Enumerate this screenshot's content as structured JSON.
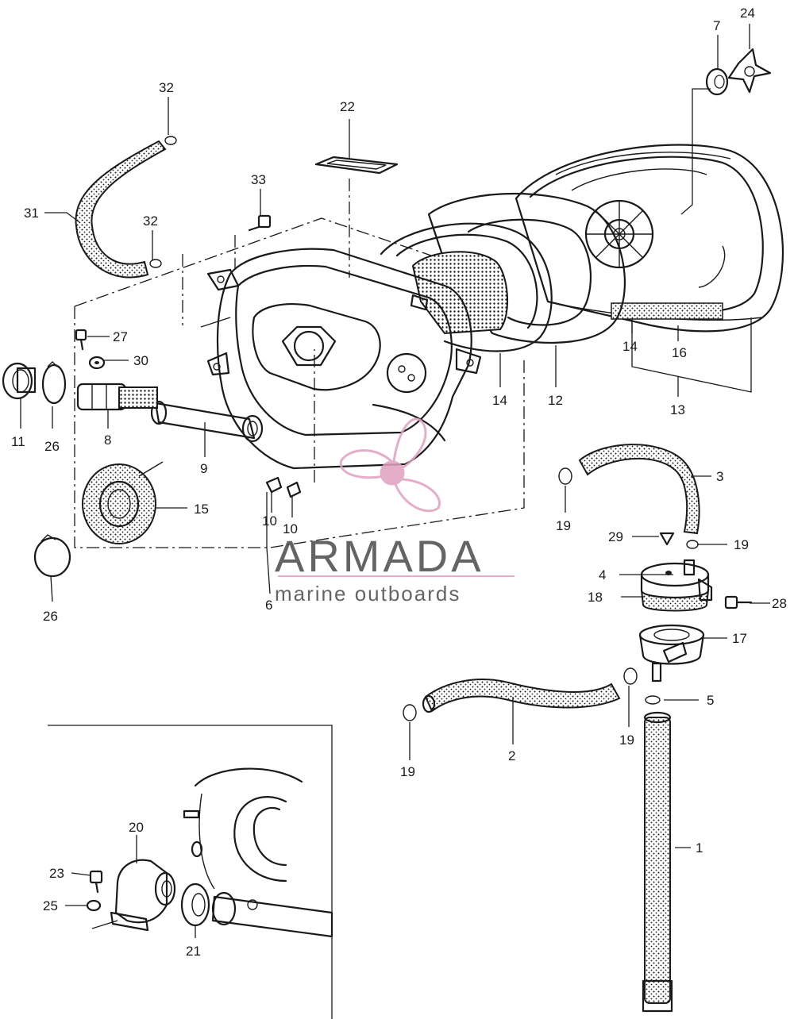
{
  "diagram": {
    "type": "exploded-parts",
    "callouts": [
      {
        "id": "c1",
        "text": "1"
      },
      {
        "id": "c2",
        "text": "2"
      },
      {
        "id": "c3",
        "text": "3"
      },
      {
        "id": "c4",
        "text": "4"
      },
      {
        "id": "c5",
        "text": "5"
      },
      {
        "id": "c6",
        "text": "6"
      },
      {
        "id": "c7",
        "text": "7"
      },
      {
        "id": "c8",
        "text": "8"
      },
      {
        "id": "c9",
        "text": "9"
      },
      {
        "id": "c10a",
        "text": "10"
      },
      {
        "id": "c10b",
        "text": "10"
      },
      {
        "id": "c11",
        "text": "11"
      },
      {
        "id": "c12",
        "text": "12"
      },
      {
        "id": "c13",
        "text": "13"
      },
      {
        "id": "c14a",
        "text": "14"
      },
      {
        "id": "c14b",
        "text": "14"
      },
      {
        "id": "c15",
        "text": "15"
      },
      {
        "id": "c16",
        "text": "16"
      },
      {
        "id": "c17",
        "text": "17"
      },
      {
        "id": "c18",
        "text": "18"
      },
      {
        "id": "c19a",
        "text": "19"
      },
      {
        "id": "c19b",
        "text": "19"
      },
      {
        "id": "c19c",
        "text": "19"
      },
      {
        "id": "c19d",
        "text": "19"
      },
      {
        "id": "c20",
        "text": "20"
      },
      {
        "id": "c21",
        "text": "21"
      },
      {
        "id": "c22",
        "text": "22"
      },
      {
        "id": "c23",
        "text": "23"
      },
      {
        "id": "c24",
        "text": "24"
      },
      {
        "id": "c25",
        "text": "25"
      },
      {
        "id": "c26a",
        "text": "26"
      },
      {
        "id": "c26b",
        "text": "26"
      },
      {
        "id": "c27",
        "text": "27"
      },
      {
        "id": "c28",
        "text": "28"
      },
      {
        "id": "c29",
        "text": "29"
      },
      {
        "id": "c30",
        "text": "30"
      },
      {
        "id": "c31",
        "text": "31"
      },
      {
        "id": "c32a",
        "text": "32"
      },
      {
        "id": "c32b",
        "text": "32"
      },
      {
        "id": "c33",
        "text": "33"
      }
    ]
  },
  "watermark": {
    "brand": "ARMADA",
    "tagline": "marine outboards",
    "logo_color": "#e0a0c0",
    "text_color": "#4a4a4a"
  },
  "colors": {
    "line": "#1a1a1a",
    "background": "#ffffff"
  }
}
